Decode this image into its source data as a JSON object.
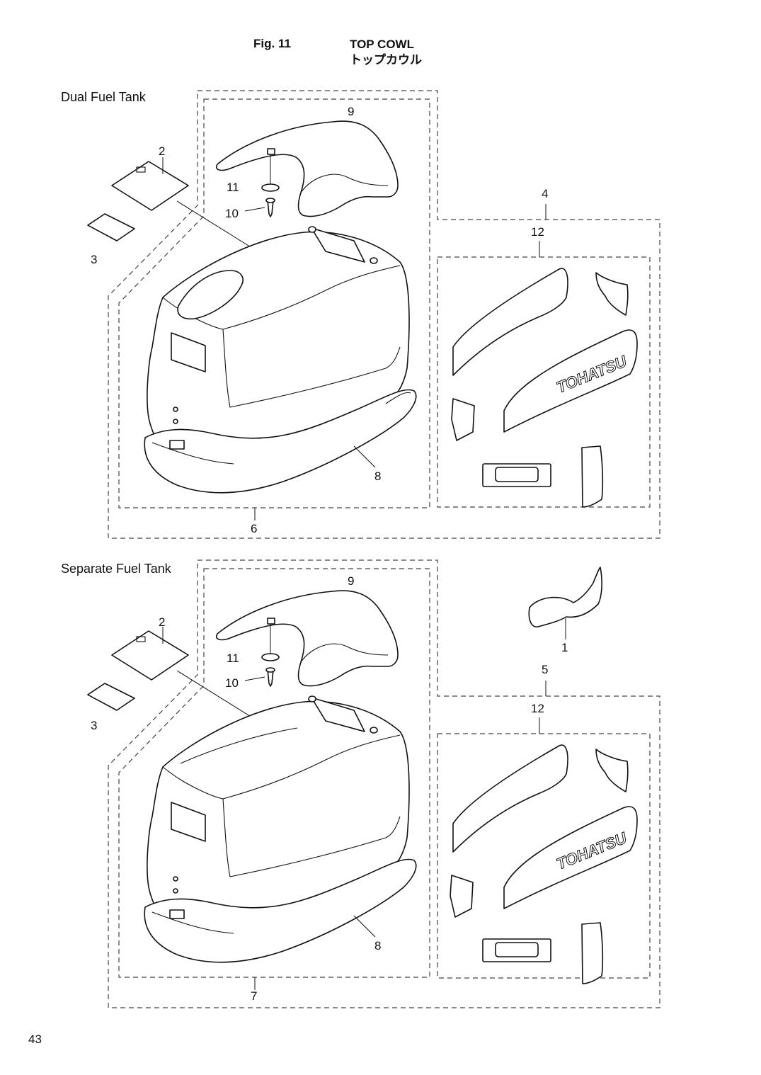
{
  "header": {
    "figure_number": "Fig. 11",
    "title_en": "TOP COWL",
    "title_ja": "トップカウル"
  },
  "sections": [
    {
      "label": "Dual Fuel Tank",
      "callouts": {
        "label_sticker": "2",
        "plate": "3",
        "assy_outer": "4",
        "assy_inner": "6",
        "rubber_seal": "8",
        "handle": "9",
        "screw": "10",
        "washer": "11",
        "decal_set": "12"
      },
      "decal_brand_text": "TOHATSU"
    },
    {
      "label": "Separate Fuel Tank",
      "callouts": {
        "label_sticker": "2",
        "plate": "3",
        "assy_outer": "5",
        "assy_inner": "7",
        "rubber_seal": "8",
        "handle": "9",
        "screw": "10",
        "washer": "11",
        "decal_set": "12",
        "emblem": "1"
      },
      "decal_brand_text": "TOHATSU"
    }
  ],
  "footer": {
    "page_number": "43"
  }
}
